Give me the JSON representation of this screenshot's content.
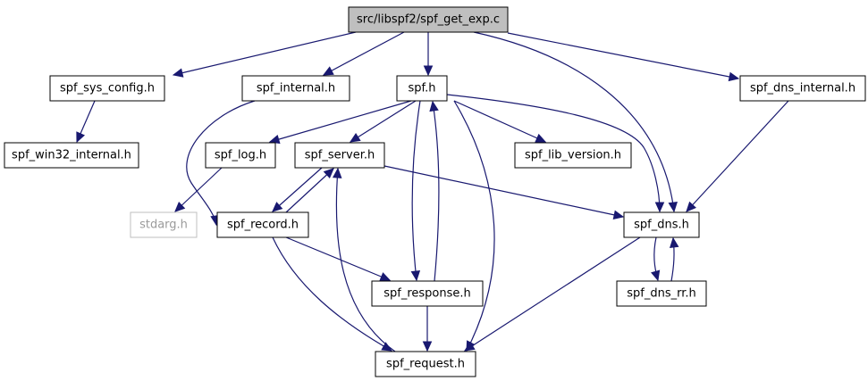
{
  "colors": {
    "edge": "#191970",
    "node_border": "#000000",
    "root_fill": "#bfbfbf",
    "missing_border": "#bfbfbf",
    "missing_text": "#9a9a9a"
  },
  "nodes": {
    "root": "src/libspf2/spf_get_exp.c",
    "sys_config": "spf_sys_config.h",
    "internal": "spf_internal.h",
    "spf": "spf.h",
    "dns_internal": "spf_dns_internal.h",
    "win32": "spf_win32_internal.h",
    "log": "spf_log.h",
    "server": "spf_server.h",
    "lib_version": "spf_lib_version.h",
    "stdarg": "stdarg.h",
    "record": "spf_record.h",
    "dns": "spf_dns.h",
    "response": "spf_response.h",
    "dns_rr": "spf_dns_rr.h",
    "request": "spf_request.h"
  },
  "edges": [
    [
      "root",
      "sys_config"
    ],
    [
      "root",
      "internal"
    ],
    [
      "root",
      "spf"
    ],
    [
      "root",
      "dns_internal"
    ],
    [
      "root",
      "dns"
    ],
    [
      "sys_config",
      "win32"
    ],
    [
      "internal",
      "record"
    ],
    [
      "spf",
      "log"
    ],
    [
      "spf",
      "server"
    ],
    [
      "spf",
      "lib_version"
    ],
    [
      "spf",
      "dns"
    ],
    [
      "spf",
      "response"
    ],
    [
      "spf",
      "request"
    ],
    [
      "dns_internal",
      "dns"
    ],
    [
      "log",
      "stdarg"
    ],
    [
      "server",
      "record"
    ],
    [
      "server",
      "dns"
    ],
    [
      "record",
      "server"
    ],
    [
      "record",
      "response"
    ],
    [
      "record",
      "request"
    ],
    [
      "response",
      "spf"
    ],
    [
      "response",
      "request"
    ],
    [
      "request",
      "server"
    ],
    [
      "dns",
      "dns_rr"
    ],
    [
      "dns",
      "request"
    ],
    [
      "dns_rr",
      "dns"
    ]
  ]
}
